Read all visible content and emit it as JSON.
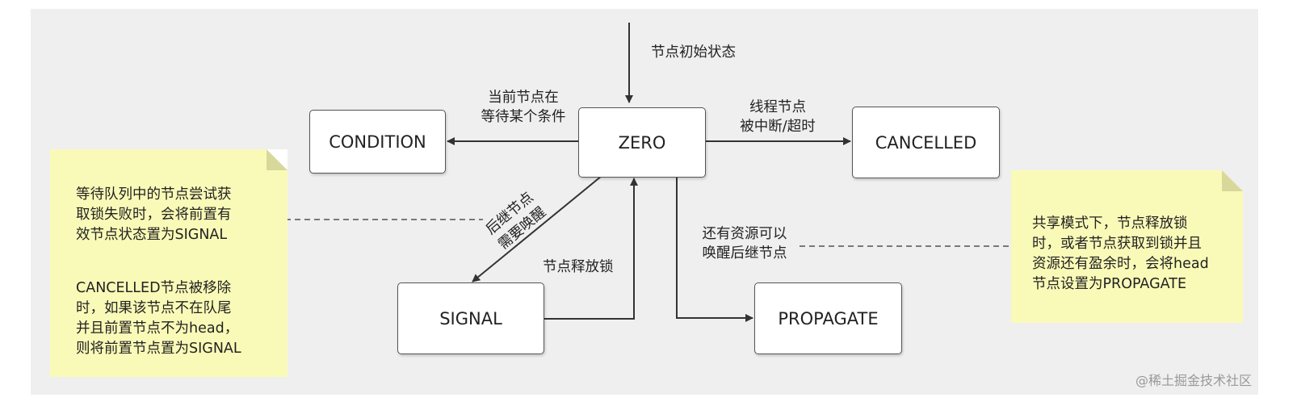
{
  "nodes": {
    "zero": "ZERO",
    "condition": "CONDITION",
    "cancelled": "CANCELLED",
    "signal": "SIGNAL",
    "propagate": "PROPAGATE"
  },
  "edge_labels": {
    "initial": "节点初始状态",
    "to_condition": "当前节点在\n等待某个条件",
    "to_cancelled": "线程节点\n被中断/超时",
    "to_signal": "后继节点\n需要唤醒",
    "signal_to_zero": "节点释放锁",
    "to_propagate": "还有资源可以\n唤醒后继节点"
  },
  "notes": {
    "left_1": "等待队列中的节点尝试获\n取锁失败时，会将前置有\n效节点状态置为SIGNAL",
    "left_2": "CANCELLED节点被移除\n时，如果该节点不在队尾\n并且前置节点不为head，\n则将前置节点置为SIGNAL",
    "right": "共享模式下，节点释放锁\n时，或者节点获取到锁并且\n资源还有盈余时，会将head\n节点设置为PROPAGATE"
  },
  "watermark": "@稀土掘金技术社区",
  "colors": {
    "panel": "#efefef",
    "note": "#fafab8",
    "note_fold": "#d8d89a",
    "line": "#333333"
  }
}
